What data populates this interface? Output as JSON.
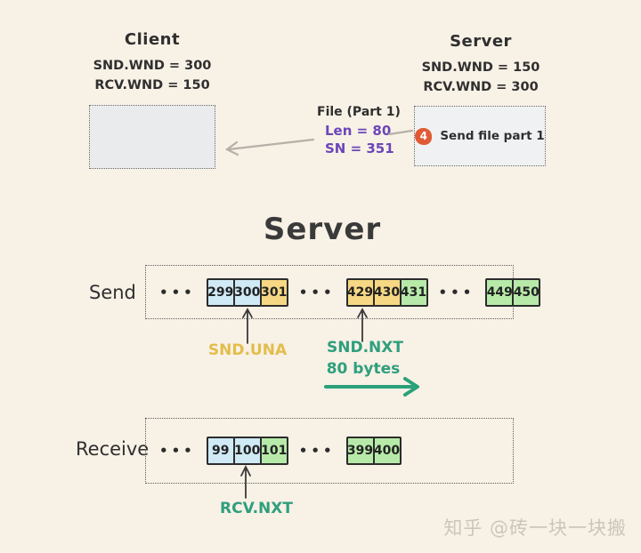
{
  "colors": {
    "background": "#f8f1e6",
    "ink": "#2f2f2f",
    "purple": "#6b46b8",
    "gold": "#e3bd4a",
    "teal": "#2f9f7d",
    "green_arrow": "#2aa17a",
    "badge_red": "#e05a35",
    "gray_arrow": "#b5b1a8",
    "cell_blue": "#cfe9f5",
    "cell_yellow": "#f6d783",
    "cell_green": "#b7eaa9"
  },
  "client": {
    "title": "Client",
    "snd_wnd": "SND.WND = 300",
    "rcv_wnd": "RCV.WND = 150"
  },
  "server_top": {
    "title": "Server",
    "snd_wnd": "SND.WND = 150",
    "rcv_wnd": "RCV.WND = 300",
    "step_badge": "4",
    "step_text": "Send file part 1"
  },
  "file_packet": {
    "title": "File (Part 1)",
    "len": "Len = 80",
    "sn": "SN = 351"
  },
  "section_title": "Server",
  "ellipsis": "•••",
  "send_buffer": {
    "label": "Send",
    "groups": [
      {
        "cells": [
          {
            "value": "299",
            "color": "blue"
          },
          {
            "value": "300",
            "color": "blue"
          },
          {
            "value": "301",
            "color": "yellow"
          }
        ]
      },
      {
        "cells": [
          {
            "value": "429",
            "color": "yellow"
          },
          {
            "value": "430",
            "color": "yellow"
          },
          {
            "value": "431",
            "color": "green"
          }
        ]
      },
      {
        "cells": [
          {
            "value": "449",
            "color": "green"
          },
          {
            "value": "450",
            "color": "green"
          }
        ]
      }
    ],
    "snd_una_label": "SND.UNA",
    "snd_nxt_label": "SND.NXT",
    "bytes_label": "80 bytes"
  },
  "receive_buffer": {
    "label": "Receive",
    "groups": [
      {
        "cells": [
          {
            "value": "99",
            "color": "blue"
          },
          {
            "value": "100",
            "color": "blue"
          },
          {
            "value": "101",
            "color": "green"
          }
        ]
      },
      {
        "cells": [
          {
            "value": "399",
            "color": "green"
          },
          {
            "value": "400",
            "color": "green"
          }
        ]
      }
    ],
    "rcv_nxt_label": "RCV.NXT"
  },
  "watermark": "知乎 @砖一块一块搬"
}
